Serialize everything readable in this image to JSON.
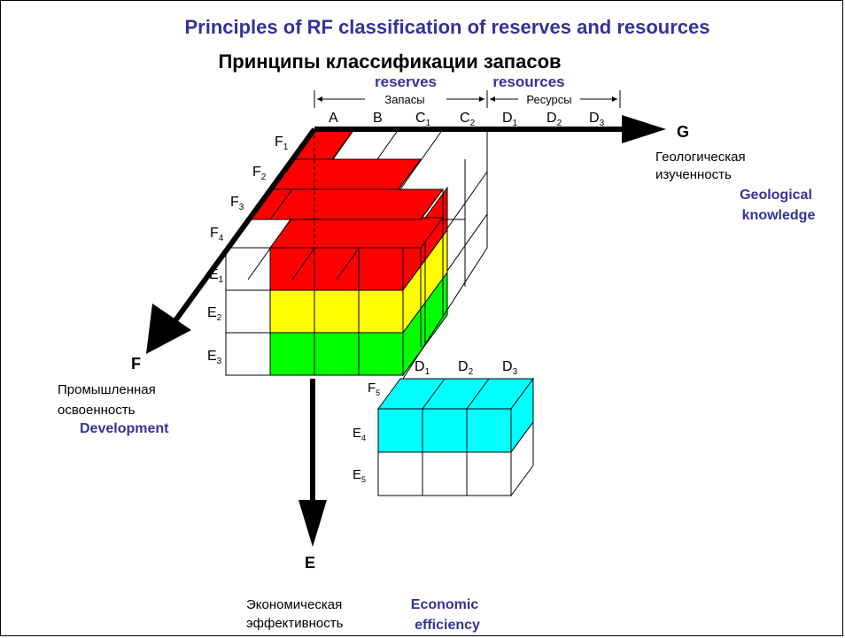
{
  "title_en": "Principles of RF classification of reserves and resources",
  "title_ru": "Принципы классификации запасов",
  "reserves_en": "reserves",
  "resources_en": "resources",
  "reserves_ru": "Запасы",
  "resources_ru": "Ресурсы",
  "columns": [
    {
      "main": "A",
      "sub": ""
    },
    {
      "main": "B",
      "sub": ""
    },
    {
      "main": "C",
      "sub": "1"
    },
    {
      "main": "C",
      "sub": "2"
    },
    {
      "main": "D",
      "sub": "1"
    },
    {
      "main": "D",
      "sub": "2"
    },
    {
      "main": "D",
      "sub": "3"
    }
  ],
  "f_levels": [
    {
      "main": "F",
      "sub": "1"
    },
    {
      "main": "F",
      "sub": "2"
    },
    {
      "main": "F",
      "sub": "3"
    },
    {
      "main": "F",
      "sub": "4"
    }
  ],
  "e_levels": [
    {
      "main": "E",
      "sub": "1"
    },
    {
      "main": "E",
      "sub": "2"
    },
    {
      "main": "E",
      "sub": "3"
    }
  ],
  "small_block": {
    "columns": [
      {
        "main": "D",
        "sub": "1"
      },
      {
        "main": "D",
        "sub": "2"
      },
      {
        "main": "D",
        "sub": "3"
      }
    ],
    "f_level": {
      "main": "F",
      "sub": "5"
    },
    "e_levels": [
      {
        "main": "E",
        "sub": "4"
      },
      {
        "main": "E",
        "sub": "5"
      }
    ]
  },
  "axis_g": {
    "letter": "G",
    "ru_1": "Геологическая",
    "ru_2": "изученность",
    "en_1": "Geological",
    "en_2": "knowledge"
  },
  "axis_f": {
    "letter": "F",
    "ru_1": "Промышленная",
    "ru_2": "освоенность",
    "en": "Development"
  },
  "axis_e": {
    "letter": "E",
    "ru_1": "Экономическая",
    "ru_2": "эффективность",
    "en_1": "Economic",
    "en_2": "efficiency"
  },
  "colors": {
    "red": "#ff0000",
    "yellow": "#ffff00",
    "green": "#00ff00",
    "cyan": "#00ffff",
    "blue_text": "#333399"
  }
}
